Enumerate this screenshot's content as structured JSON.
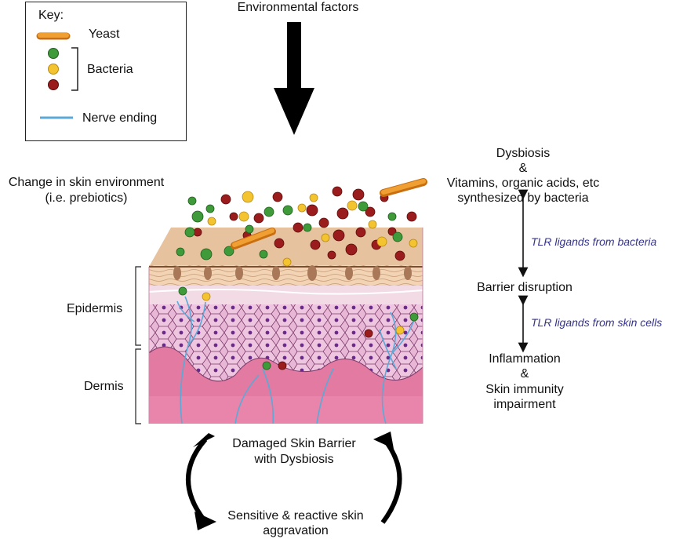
{
  "key": {
    "title": "Key:",
    "items": [
      {
        "label": "Yeast",
        "icon": "yeast-icon",
        "color": "#f0a033"
      },
      {
        "label": "Bacteria",
        "icon": "bacteria-icon",
        "colors": [
          "#3f9a3a",
          "#f4c430",
          "#9b1c1c"
        ]
      },
      {
        "label": "Nerve ending",
        "icon": "nerve-ending-icon",
        "color": "#5ba9d6"
      }
    ]
  },
  "top_label": "Environmental factors",
  "left_label": {
    "line1": "Change in skin  environment",
    "line2": "(i.e. prebiotics)"
  },
  "layers": {
    "epidermis": "Epidermis",
    "dermis": "Dermis"
  },
  "right": {
    "dysbiosis": {
      "line1": "Dysbiosis",
      "line2": "&",
      "line3": "Vitamins, organic acids, etc",
      "line4": "synthesized by bacteria"
    },
    "ligands_bacteria": "TLR ligands from bacteria",
    "barrier": "Barrier disruption",
    "ligands_skin": "TLR ligands from skin cells",
    "inflammation": {
      "line1": "Inflammation",
      "line2": "&",
      "line3": "Skin immunity",
      "line4": "impairment"
    }
  },
  "cycle": {
    "top": {
      "line1": "Damaged Skin Barrier",
      "line2": "with Dysbiosis"
    },
    "bottom": {
      "line1": "Sensitive & reactive skin",
      "line2": "aggravation"
    }
  },
  "colors": {
    "yeast": "#f0a033",
    "bacteria_green": "#3f9a3a",
    "bacteria_yellow": "#f4c430",
    "bacteria_red": "#9b1c1c",
    "nerve": "#5ba9d6",
    "ligand_text": "#35338f",
    "dermis": "#e27aa1",
    "epidermis": "#e9b7d6",
    "stratum_corneum": "#e6c39e"
  }
}
